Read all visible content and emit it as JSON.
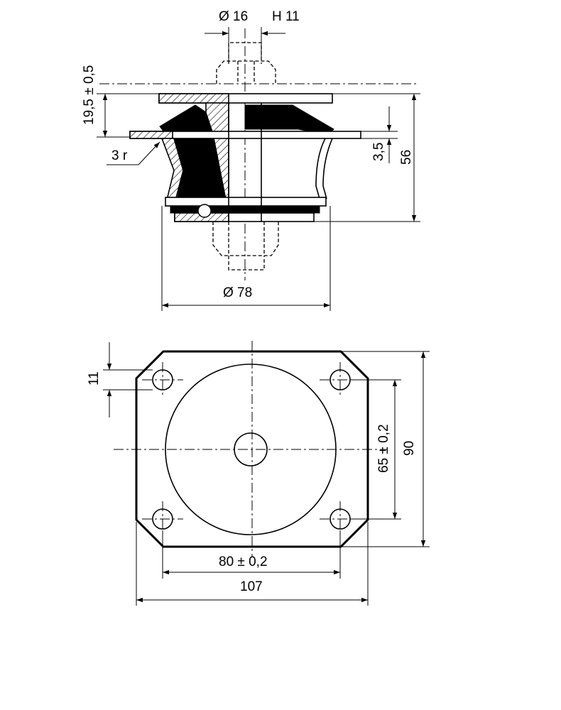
{
  "section_view": {
    "bore_diameter": "Ø 16",
    "bore_tolerance": "H 11",
    "height_flange": "19,5 ± 0,5",
    "radius": "3 r",
    "flange_thickness": "3,5",
    "total_height": "56",
    "body_diameter": "Ø 78"
  },
  "plan_view": {
    "hole_diameter": "11",
    "hole_spacing_vertical": "65 ± 0,2",
    "plate_height": "90",
    "hole_spacing_horizontal": "80 ± 0,2",
    "plate_width": "107"
  }
}
